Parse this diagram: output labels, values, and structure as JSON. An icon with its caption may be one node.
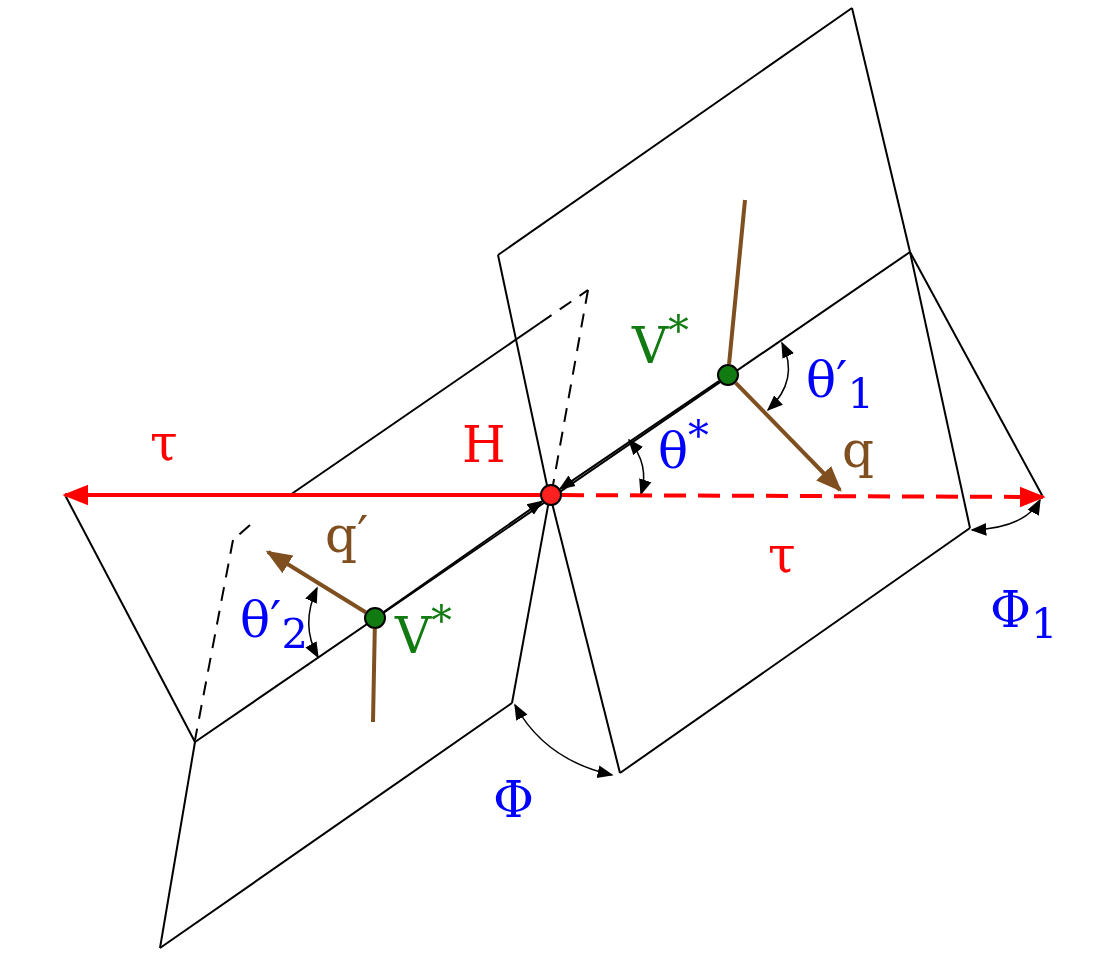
{
  "diagram": {
    "nodes": [
      {
        "text": [],
        "shape": "circle"
      },
      {
        "text": [],
        "shape": "circle"
      },
      {
        "text": [],
        "shape": "circle"
      }
    ],
    "edges": [
      {
        "from": 0,
        "to": null,
        "arrow": "to",
        "label": "τ",
        "color": "#ff0000"
      },
      {
        "from": 0,
        "to": null,
        "arrow": "to",
        "label": "τ",
        "style": "dashed",
        "color": "#ff0000"
      },
      {
        "from": 1,
        "to": 0,
        "arrow": "to",
        "color": "#000000"
      },
      {
        "from": 2,
        "to": 0,
        "arrow": "to",
        "color": "#000000"
      },
      {
        "from": 1,
        "to": null,
        "arrow": "to",
        "label": "q"
      },
      {
        "from": 1,
        "to": null,
        "arrow": "none"
      },
      {
        "from": 2,
        "to": null,
        "arrow": "to",
        "label": "q′"
      },
      {
        "from": 2,
        "to": null,
        "arrow": "none"
      }
    ],
    "labels": [
      "V$^{*}$",
      "θ′$_{1}$",
      "H",
      "θ$^{*}$",
      "θ′$_{2}$",
      "V$^{*}$",
      "Φ",
      "Φ$_{1}$"
    ]
  }
}
